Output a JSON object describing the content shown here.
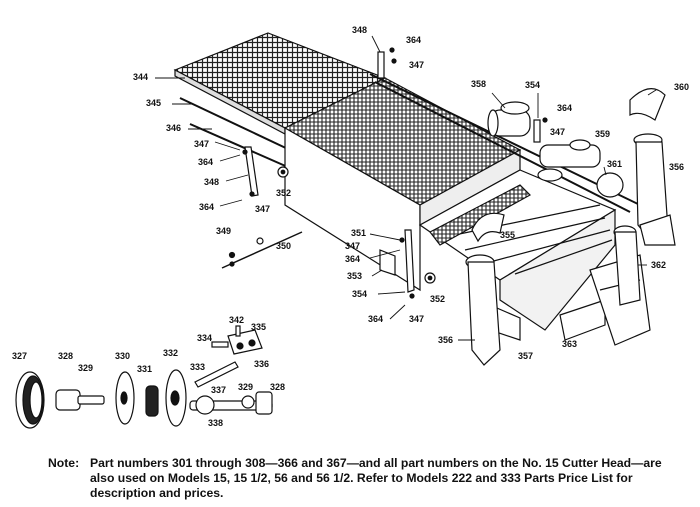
{
  "diagram": {
    "part_labels": {
      "p344": "344",
      "p345": "345",
      "p346": "346",
      "p347a": "347",
      "p364a": "364",
      "p348": "348",
      "p364b": "364",
      "p347b": "347",
      "p352a": "352",
      "p349": "349",
      "p350": "350",
      "p348t": "348",
      "p364t": "364",
      "p347t": "347",
      "p358": "358",
      "p354t": "354",
      "p364r": "364",
      "p347r": "347",
      "p359": "359",
      "p360": "360",
      "p361": "361",
      "p356r": "356",
      "p355": "355",
      "p362": "362",
      "p351": "351",
      "p347c": "347",
      "p364c": "364",
      "p353": "353",
      "p354b": "354",
      "p352b": "352",
      "p364d": "364",
      "p347d": "347",
      "p356b": "356",
      "p357": "357",
      "p363": "363",
      "p327": "327",
      "p328a": "328",
      "p329a": "329",
      "p330": "330",
      "p331": "331",
      "p332": "332",
      "p342": "342",
      "p334": "334",
      "p335": "335",
      "p336": "336",
      "p333": "333",
      "p337": "337",
      "p338": "338",
      "p329b": "329",
      "p328b": "328"
    }
  },
  "note": {
    "label": "Note:",
    "text": "Part numbers 301 through 308—366 and 367—and all part numbers on the No. 15 Cutter Head—are also used on Models 15, 15 1/2, 56 and 56 1/2. Refer to Models 222 and 333 Parts Price List for description and prices."
  }
}
